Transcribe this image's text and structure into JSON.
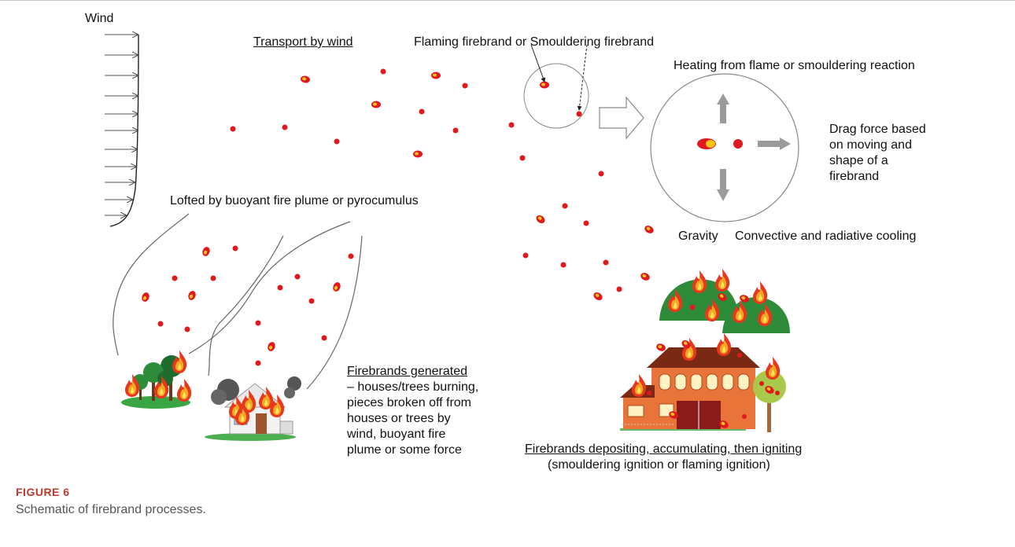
{
  "labels": {
    "wind": "Wind",
    "transport": "Transport by wind",
    "firebrand_type": "Flaming firebrand or Smouldering firebrand",
    "heating": "Heating from flame or smouldering reaction",
    "drag": [
      "Drag force based",
      "on moving and",
      "shape of a",
      "firebrand"
    ],
    "gravity": "Gravity",
    "cooling": "Convective and radiative cooling",
    "lofted": "Lofted by buoyant fire plume or pyrocumulus",
    "generated_title": "Firebrands generated",
    "generated_lines": [
      "– houses/trees burning,",
      "pieces broken off from",
      "houses or trees by",
      "wind, buoyant fire",
      "plume or some force"
    ],
    "depositing_title": "Firebrands depositing, accumulating, then igniting",
    "depositing_sub": "(smouldering ignition or flaming ignition)"
  },
  "caption": {
    "label": "FIGURE 6",
    "text": "Schematic of firebrand processes."
  },
  "colors": {
    "ember_red": "#e0191f",
    "ember_flame": "#f5c518",
    "flame_orange": "#f28c18",
    "arrow_gray": "#9b9b9b",
    "tree_green": "#2e8b3a",
    "house_orange": "#e8743a",
    "roof_brown": "#7a2a14",
    "caption_red": "#c0392b"
  }
}
